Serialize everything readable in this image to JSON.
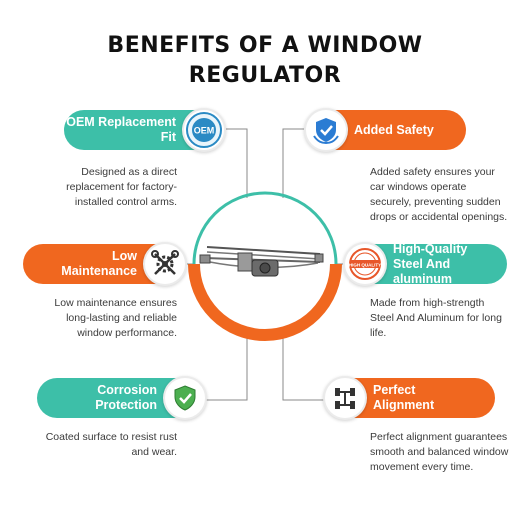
{
  "title": {
    "line1": "BENEFITS OF A WINDOW",
    "line2": "REGULATOR"
  },
  "benefits": [
    {
      "label": "OEM Replacement Fit",
      "icon": "oem-badge-icon",
      "icon_text": "OEM",
      "description": "Designed as a direct replacement for factory-installed control arms.",
      "color": "#3dbfa8"
    },
    {
      "label": "Added Safety",
      "icon": "shield-check-icon",
      "description": "Added safety ensures your car windows operate securely, preventing sudden drops or accidental openings.",
      "color": "#f0671f"
    },
    {
      "label": "Low Maintenance",
      "icon": "wrench-gear-icon",
      "description": "Low maintenance ensures long-lasting and reliable window performance.",
      "color": "#f0671f"
    },
    {
      "label": "High-Quality Steel And aluminum",
      "icon": "quality-stamp-icon",
      "icon_text": "HIGH QUALITY",
      "description": "Made from high-strength Steel And Aluminum for long life.",
      "color": "#3dbfa8"
    },
    {
      "label": "Corrosion Protection",
      "icon": "shield-check-icon",
      "description": "Coated surface to resist rust and wear.",
      "color": "#3dbfa8"
    },
    {
      "label": "Perfect Alignment",
      "icon": "wheel-alignment-icon",
      "description": "Perfect alignment guarantees smooth and balanced window movement every time.",
      "color": "#f0671f"
    }
  ],
  "colors": {
    "teal": "#3dbfa8",
    "orange": "#f0671f",
    "connector": "#8a8a8a"
  }
}
